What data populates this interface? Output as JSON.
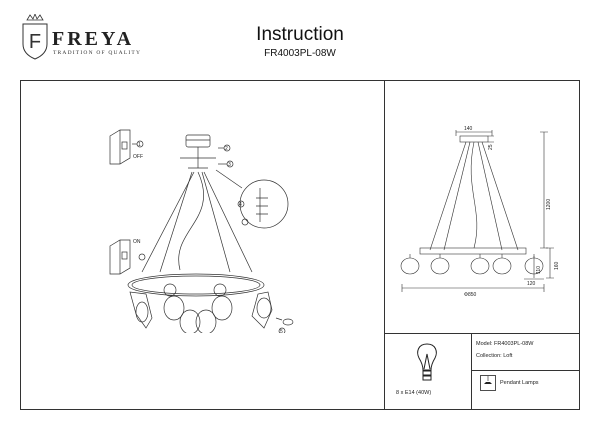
{
  "brand": {
    "name": "FREYA",
    "tagline": "TRADITION OF QUALITY"
  },
  "title": "Instruction",
  "model_code": "FR4003PL-08W",
  "switch_labels": {
    "off": "OFF",
    "on": "ON"
  },
  "step_numbers": [
    "1",
    "2",
    "3",
    "4",
    "5"
  ],
  "dimensions": {
    "top_plate": "140",
    "plate_height": "25",
    "total_height": "1200",
    "ring_diameter": "Φ850",
    "spot_width": "120",
    "spot_height": "160",
    "spot_depth": "110"
  },
  "spec": {
    "lamp": "8 x E14 (40W)",
    "model": "Model: FR4003PL-08W",
    "collection": "Collection: Loft",
    "category": "Pendant Lamps"
  }
}
